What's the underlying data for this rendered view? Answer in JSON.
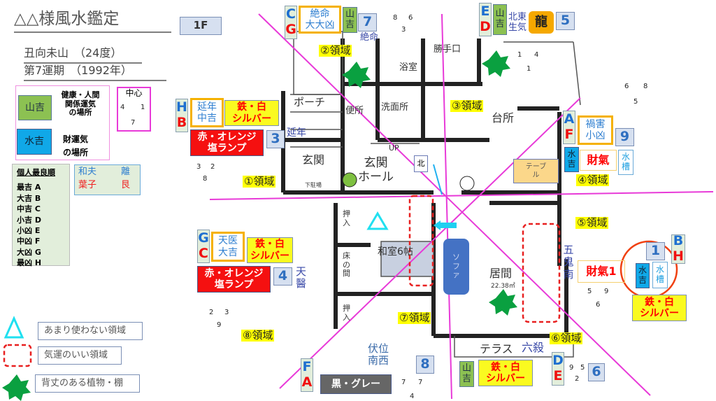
{
  "header": {
    "title": "△△様風水鑑定",
    "floor": "1F",
    "orientation": "丑向未山　（24度）",
    "period": "第7運期　（1992年）"
  },
  "legend_luck": {
    "yama": "山吉",
    "yama_desc": "健康・人間\n関係運気\nの場所",
    "mizu": "水吉",
    "mizu_desc": "財運気\nの場所"
  },
  "center": {
    "label": "中心",
    "n1": "4",
    "n2": "1",
    "n3": "7"
  },
  "ranking": {
    "title": "個人最良順",
    "items": [
      "最吉 A",
      "大吉 B",
      "中吉 C",
      "小吉 D",
      "小凶 E",
      "中凶 F",
      "大凶 G",
      "最凶 H"
    ]
  },
  "persons": {
    "p1": "和夫",
    "p1_dir": "離",
    "p2": "葉子",
    "p2_dir": "艮"
  },
  "legend_symbols": {
    "triangle": "あまり使わない領域",
    "dashed": "気運のいい領域",
    "star": "背丈のある植物・棚"
  },
  "zones": [
    "①領域",
    "②領域",
    "③領域",
    "④領域",
    "⑤領域",
    "⑥領域",
    "⑦領域",
    "⑧領域"
  ],
  "sectors": {
    "nw": {
      "top": "H",
      "bot": "B",
      "star": "延年\n中吉",
      "color": "鉄・白\nシルバー",
      "item": "赤・オレンジ\n塩ランプ",
      "num": "3",
      "plan": "延年",
      "fly": [
        "3",
        "2",
        "8"
      ]
    },
    "n": {
      "top": "C",
      "bot": "G",
      "star": "絶命\n大大凶",
      "yama": "山吉",
      "num": "7",
      "plan": "絶命",
      "fly": [
        "8",
        "6",
        "3"
      ]
    },
    "ne": {
      "top": "E",
      "bot": "D",
      "yama": "山吉",
      "item": "龍",
      "num": "5",
      "plan": "北東\n生気",
      "fly": [
        "1",
        "4",
        "1"
      ]
    },
    "e": {
      "top": "A",
      "bot": "F",
      "star": "禍害\n小凶",
      "num": "9",
      "mizu": "水\n吉",
      "wealth": "財氣",
      "tank": "水\n槽",
      "fly": [
        "6",
        "5"
      ]
    },
    "se": {
      "top": "B",
      "bot": "H",
      "num": "1",
      "wealth": "財氣1",
      "mizu": "水\n吉",
      "tank": "水\n槽",
      "color": "鉄・白\nシルバー",
      "plan": "五鬼\n南",
      "fly": [
        "5",
        "9",
        "6"
      ]
    },
    "s": {
      "top": "D",
      "bot": "E",
      "num": "6",
      "yama": "山吉",
      "color": "鉄・白\nシルバー",
      "plan": "六殺",
      "fly": [
        "9",
        "5",
        "2"
      ]
    },
    "sw": {
      "top": "F",
      "bot": "A",
      "num": "8",
      "color": "黒・グレー",
      "plan": "伏位\n南西",
      "fly": [
        "7",
        "7",
        "4"
      ]
    },
    "w": {
      "top": "G",
      "bot": "C",
      "star": "天医\n大吉",
      "color": "鉄・白\nシルバー",
      "item": "赤・オレンジ\n塩ランプ",
      "num": "4",
      "plan": "天\n醫",
      "fly": [
        "2",
        "3",
        "9"
      ]
    }
  },
  "rooms": {
    "porch": "ポーチ",
    "toilet": "便所",
    "wash": "洗面所",
    "bath": "浴室",
    "kitchen_door": "勝手口",
    "kitchen": "台所",
    "entrance": "玄関",
    "hall": "玄関\nホール",
    "north_mark": "北",
    "table": "テーブ\nル",
    "closet1": "押\n入",
    "tokonoma": "床\nの\n間",
    "closet2": "押\n入",
    "washitsu": "和室6帖",
    "sofa": "ソ\nフ\nァ",
    "living": "居間",
    "living_area": "22.38㎡",
    "terrace": "テラス",
    "up": "UP",
    "parking": "下駐場"
  },
  "colors": {
    "magenta": "#e83ad8",
    "dashed": "#e82020",
    "star": "#0aa040"
  }
}
